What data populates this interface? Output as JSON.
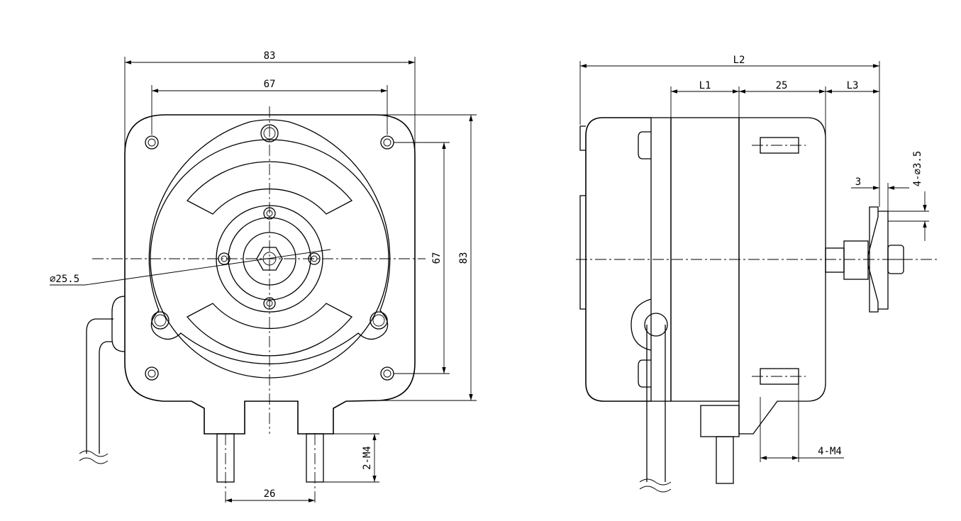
{
  "front_view": {
    "dims": {
      "overall_width": "83",
      "mount_spacing_h": "67",
      "mount_spacing_v": "67",
      "overall_height": "83",
      "hub_diameter": "⌀25.5",
      "foot_spacing": "26",
      "foot_thread": "2-M4"
    }
  },
  "side_view": {
    "dims": {
      "overall_length": "L2",
      "l1": "L1",
      "body_depth": "25",
      "l3": "L3",
      "flange_offset": "3",
      "flange_holes": "4-⌀3.5",
      "stud_thread": "4-M4"
    }
  }
}
